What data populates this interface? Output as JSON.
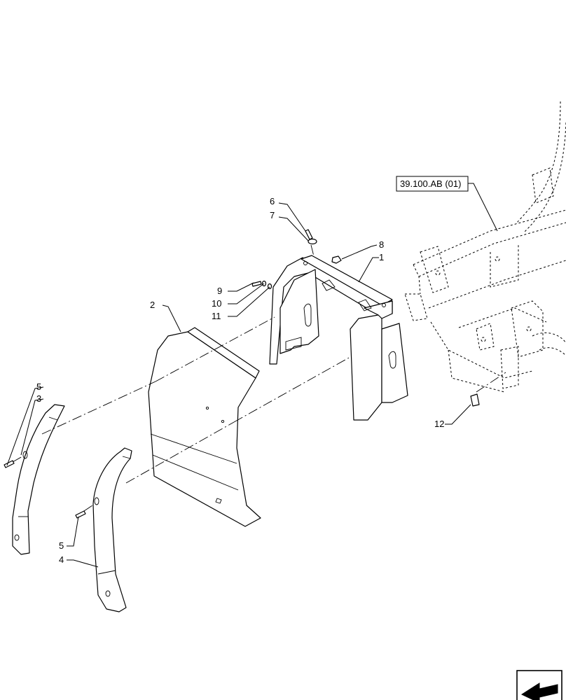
{
  "callouts": {
    "c1": "1",
    "c2": "2",
    "c3": "3",
    "c4": "4",
    "c5a": "5",
    "c5b": "5",
    "c6": "6",
    "c7": "7",
    "c8": "8",
    "c9": "9",
    "c10": "10",
    "c11": "11",
    "c12": "12"
  },
  "reference": {
    "label": "39.100.AB (01)"
  },
  "nav": {
    "icon": "arrow-return-icon"
  }
}
